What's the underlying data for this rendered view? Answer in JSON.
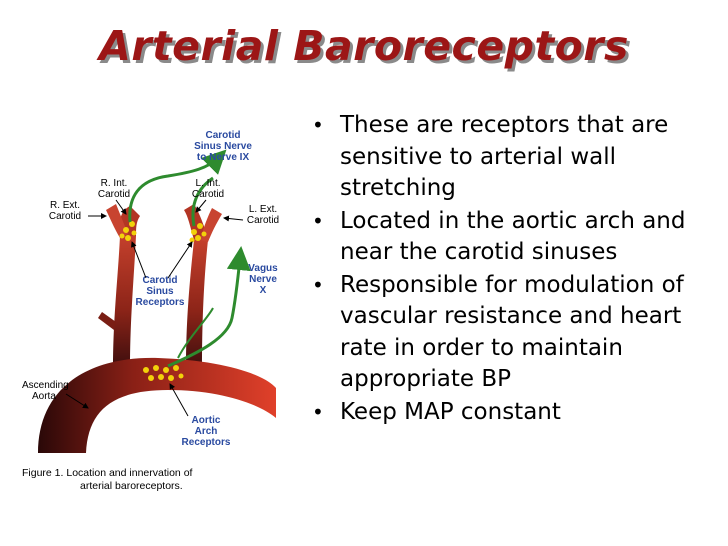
{
  "title": "Arterial Baroreceptors",
  "bullets": [
    "These are receptors that are sensitive to arterial wall stretching",
    "Located in the aortic arch and near the carotid sinuses",
    "Responsible for modulation of vascular resistance and heart rate in order to maintain appropriate BP",
    "Keep MAP constant"
  ],
  "figure": {
    "labels": {
      "carotid_sinus_nerve": [
        "Carotid",
        "Sinus Nerve",
        "to Nerve IX"
      ],
      "r_int_carotid": [
        "R. Int.",
        "Carotid"
      ],
      "l_int_carotid": [
        "L. Int.",
        "Carotid"
      ],
      "r_ext_carotid": [
        "R. Ext.",
        "Carotid"
      ],
      "l_ext_carotid": [
        "L. Ext.",
        "Carotid"
      ],
      "carotid_sinus_receptors": [
        "Carotid",
        "Sinus",
        "Receptors"
      ],
      "vagus_nerve": [
        "Vagus",
        "Nerve",
        "X"
      ],
      "ascending_aorta": [
        "Ascending",
        "Aorta"
      ],
      "aortic_arch_receptors": [
        "Aortic",
        "Arch",
        "Receptors"
      ]
    },
    "caption_lines": [
      "Figure 1.   Location and innervation of",
      "arterial baroreceptors."
    ],
    "colors": {
      "nerve": "#2e8b2e",
      "label_blue": "#2a4aa0",
      "vessel_dark": "#3a0d0d",
      "vessel_red": "#c0392b",
      "receptor": "#f2d20a",
      "title": "#9c1616"
    }
  }
}
